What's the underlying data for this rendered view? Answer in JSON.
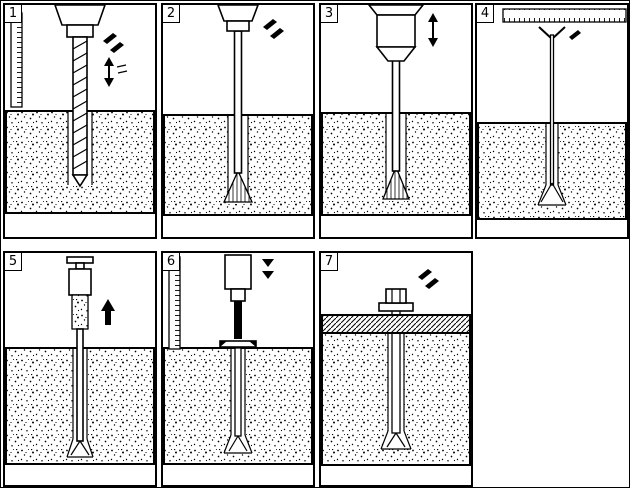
{
  "diagram": {
    "background_color": "#ffffff",
    "line_color": "#000000",
    "panels": [
      {
        "number": "1",
        "icon": "hammer-drill-hole-illustration"
      },
      {
        "number": "2",
        "icon": "undercut-drilling-illustration"
      },
      {
        "number": "3",
        "icon": "undercut-complete-illustration"
      },
      {
        "number": "4",
        "icon": "depth-gauge-check-illustration"
      },
      {
        "number": "5",
        "icon": "anchor-insertion-illustration"
      },
      {
        "number": "6",
        "icon": "anchor-setting-illustration"
      },
      {
        "number": "7",
        "icon": "fixture-fastening-illustration"
      }
    ]
  }
}
